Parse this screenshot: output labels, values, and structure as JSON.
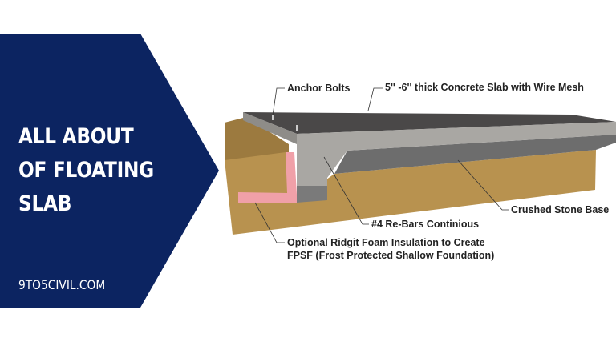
{
  "banner": {
    "title_lines": [
      "ALL ABOUT",
      "OF FLOATING",
      "SLAB"
    ],
    "website": "9TO5CIVIL.COM",
    "color": "#0c2461"
  },
  "diagram": {
    "labels": {
      "anchor_bolts": "Anchor Bolts",
      "slab": "5'' -6'' thick Concrete Slab with Wire Mesh",
      "stone_base": "Crushed Stone Base",
      "rebars": "#4 Re-Bars Continious",
      "foam_line1": "Optional Ridgit Foam Insulation to Create",
      "foam_line2": "FPSF (Frost Protected Shallow Foundation)"
    },
    "colors": {
      "concrete_top": "#4a4848",
      "concrete_face": "#a9a7a3",
      "stone": "#6d6d6d",
      "soil": "#b8924f",
      "foam": "#f0a0a8"
    }
  }
}
